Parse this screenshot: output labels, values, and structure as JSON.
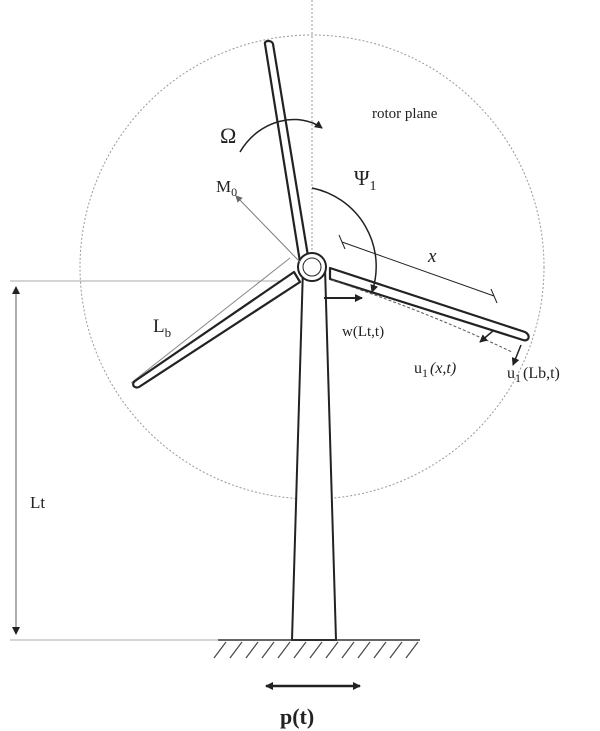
{
  "labels": {
    "omega": "Ω",
    "rotor_plane": "rotor plane",
    "m0_main": "M",
    "m0_sub": "0",
    "psi1_main": "Ψ",
    "psi1_sub": "1",
    "x": "x",
    "lb_main": "L",
    "lb_sub": "b",
    "w_label": "w(Lt,t)",
    "u1x_main": "u",
    "u1x_sub": "1",
    "u1x_arg": "(x,t)",
    "u1lb_main": "u",
    "u1lb_sub": "1",
    "u1lb_arg": "(Lb,t)",
    "lt": "Lt",
    "pt": "p(t)"
  },
  "colors": {
    "line": "#222222",
    "guide": "#888888",
    "rotor_circle": "#999999"
  }
}
